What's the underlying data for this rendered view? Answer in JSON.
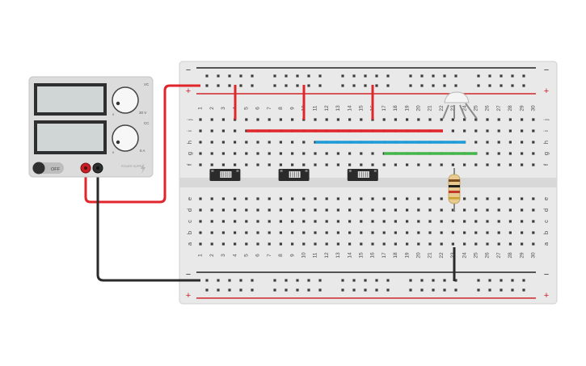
{
  "power_supply": {
    "switch_label": "OFF",
    "voltage_knob": {
      "tag": "VC",
      "min": "0",
      "max": "30 V"
    },
    "current_knob": {
      "tag": "CC",
      "min": "0",
      "max": "5 A"
    },
    "brand_label": "POWER SUPPLY"
  },
  "breadboard": {
    "columns": 30,
    "rail_minus": "−",
    "rail_plus": "+",
    "upper_rows": [
      "j",
      "i",
      "h",
      "g",
      "f"
    ],
    "lower_rows": [
      "e",
      "d",
      "c",
      "b",
      "a"
    ]
  },
  "components": {
    "switches": [
      {
        "name": "slide-switch-1",
        "column": 3
      },
      {
        "name": "slide-switch-2",
        "column": 9
      },
      {
        "name": "slide-switch-3",
        "column": 15
      }
    ],
    "rgb_led": {
      "name": "rgb-led",
      "column": 23
    },
    "resistor": {
      "name": "resistor",
      "column": 24
    }
  },
  "colors": {
    "wire_red": "#e0262b",
    "wire_black": "#2a2a2a",
    "wire_blue": "#1d9bd7",
    "wire_green": "#43b649",
    "board": "#e9e9e9",
    "hole": "#3d3d3d"
  }
}
